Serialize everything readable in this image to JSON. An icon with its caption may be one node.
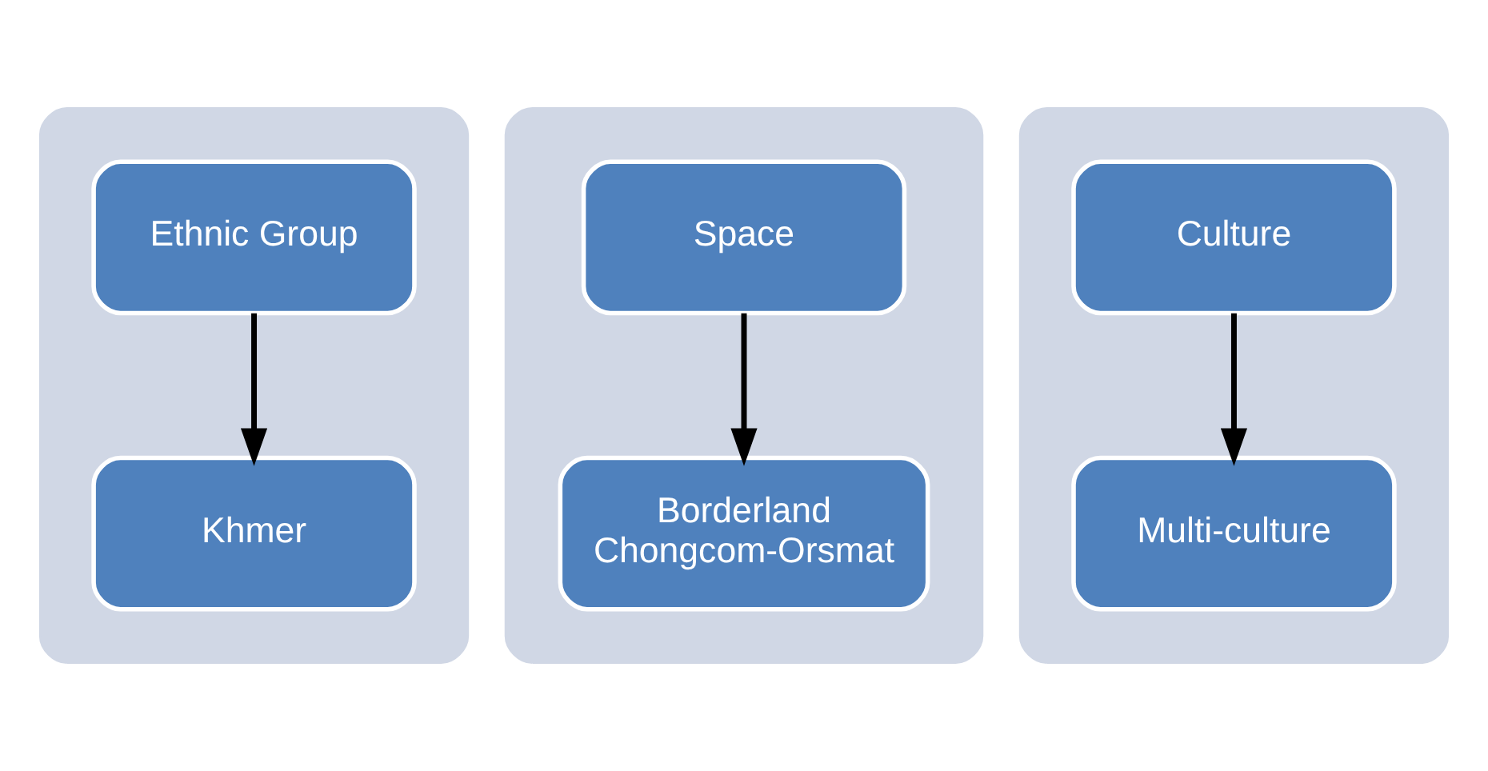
{
  "diagram": {
    "nodes": [
      {
        "text": [],
        "shape": "box"
      },
      {
        "text": [
          "Ethnic Group"
        ],
        "in": 0
      },
      {
        "text": [
          "Khmer"
        ],
        "in": 0
      },
      {
        "text": [],
        "shape": "box"
      },
      {
        "text": [
          "Space"
        ],
        "in": 3
      },
      {
        "text": [
          "Borderland",
          "Chongcom-Orsmat"
        ],
        "in": 3
      },
      {
        "text": [],
        "shape": "box"
      },
      {
        "text": [
          "Culture"
        ],
        "in": 6
      },
      {
        "text": [
          "Multi-culture"
        ],
        "in": 6
      }
    ],
    "edges": [
      {
        "from": 1,
        "to": 2,
        "arrow": "to"
      },
      {
        "from": 4,
        "to": 5,
        "arrow": "to"
      },
      {
        "from": 7,
        "to": 8,
        "arrow": "to"
      }
    ]
  }
}
